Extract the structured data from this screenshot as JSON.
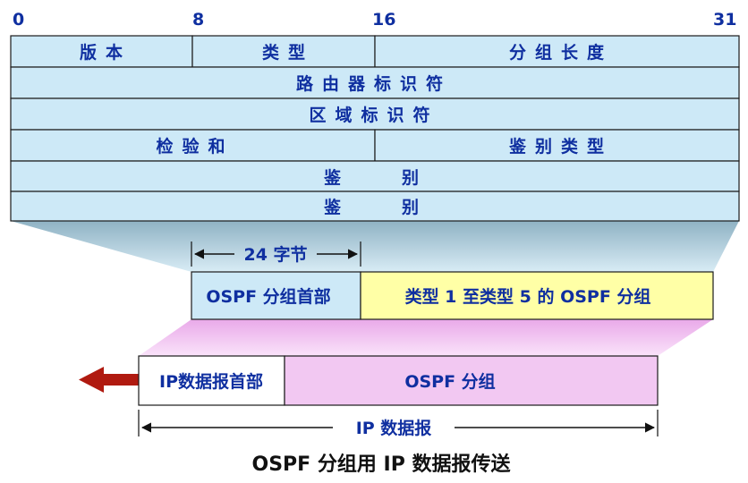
{
  "bit_labels": {
    "b0": "0",
    "b8": "8",
    "b16": "16",
    "b31": "31"
  },
  "header_fields": {
    "version": "版本",
    "type": "类型",
    "packet_length": "分组长度",
    "router_id": "路由器标识符",
    "area_id": "区域标识符",
    "checksum": "检验和",
    "auth_type": "鉴别类型",
    "auth_1": "鉴　　别",
    "auth_2": "鉴　　别"
  },
  "ospf_packet": {
    "header_size": "24 字节",
    "header_label": "OSPF 分组首部",
    "body_label": "类型 1 至类型 5 的 OSPF 分组"
  },
  "ip_datagram": {
    "header_label": "IP数据报首部",
    "payload_label": "OSPF 分组",
    "span_label": "IP 数据报"
  },
  "caption": "OSPF 分组用 IP 数据报传送",
  "colors": {
    "field_fill": "#cde9f7",
    "funnel_blue": "#a9c7d6",
    "ospf_body_fill": "#ffffa6",
    "ospf_payload_fill": "#f2c8f2",
    "funnel_pink": "#f3ccf3",
    "text_blue": "#0f2fa0",
    "arrow_red": "#b01a10"
  }
}
